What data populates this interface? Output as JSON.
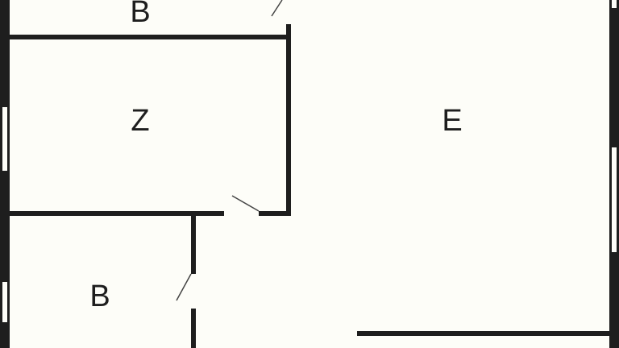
{
  "rooms": [
    {
      "id": "top-room",
      "label": "B"
    },
    {
      "id": "middle-left-room",
      "label": "Z"
    },
    {
      "id": "large-right-room",
      "label": "E"
    },
    {
      "id": "bottom-left-room",
      "label": "B"
    }
  ],
  "colors": {
    "wall": "#1e1e1e",
    "background": "#fdfdf8",
    "door_leaf": "#444444"
  }
}
